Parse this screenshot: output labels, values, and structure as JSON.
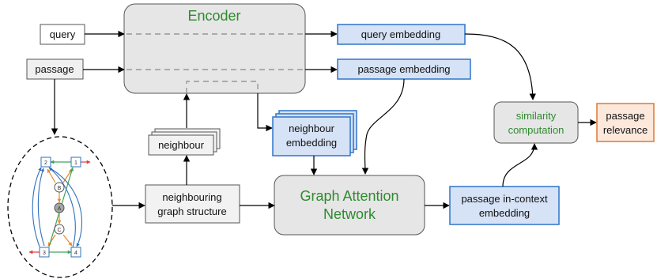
{
  "nodes": {
    "query": "query",
    "passage": "passage",
    "encoder": "Encoder",
    "query_embedding": "query embedding",
    "passage_embedding": "passage embedding",
    "neighbour": "neighbour",
    "neighbour_embedding": [
      "neighbour",
      "embedding"
    ],
    "neighbouring_graph_structure": [
      "neighbouring",
      "graph structure"
    ],
    "graph_attention_network": [
      "Graph Attention",
      "Network"
    ],
    "passage_in_context_embedding": [
      "passage in-context",
      "embedding"
    ],
    "similarity_computation": [
      "similarity",
      "computation"
    ],
    "passage_relevance": [
      "passage",
      "relevance"
    ]
  },
  "mini_graph": {
    "nodes": [
      "2",
      "1",
      "B",
      "A",
      "C",
      "3",
      "4"
    ]
  },
  "colors": {
    "embedding_fill": "#d6e2f5",
    "embedding_border": "#2e75c9",
    "gray_fill": "#e6e6e6",
    "green_text": "#2e8b2e",
    "relevance_fill": "#fde9dc",
    "relevance_border": "#e0782e",
    "mini_orange": "#e98a2a",
    "mini_green": "#3aa65a",
    "mini_red": "#e03b3b",
    "mini_blue": "#2f6fbf"
  }
}
